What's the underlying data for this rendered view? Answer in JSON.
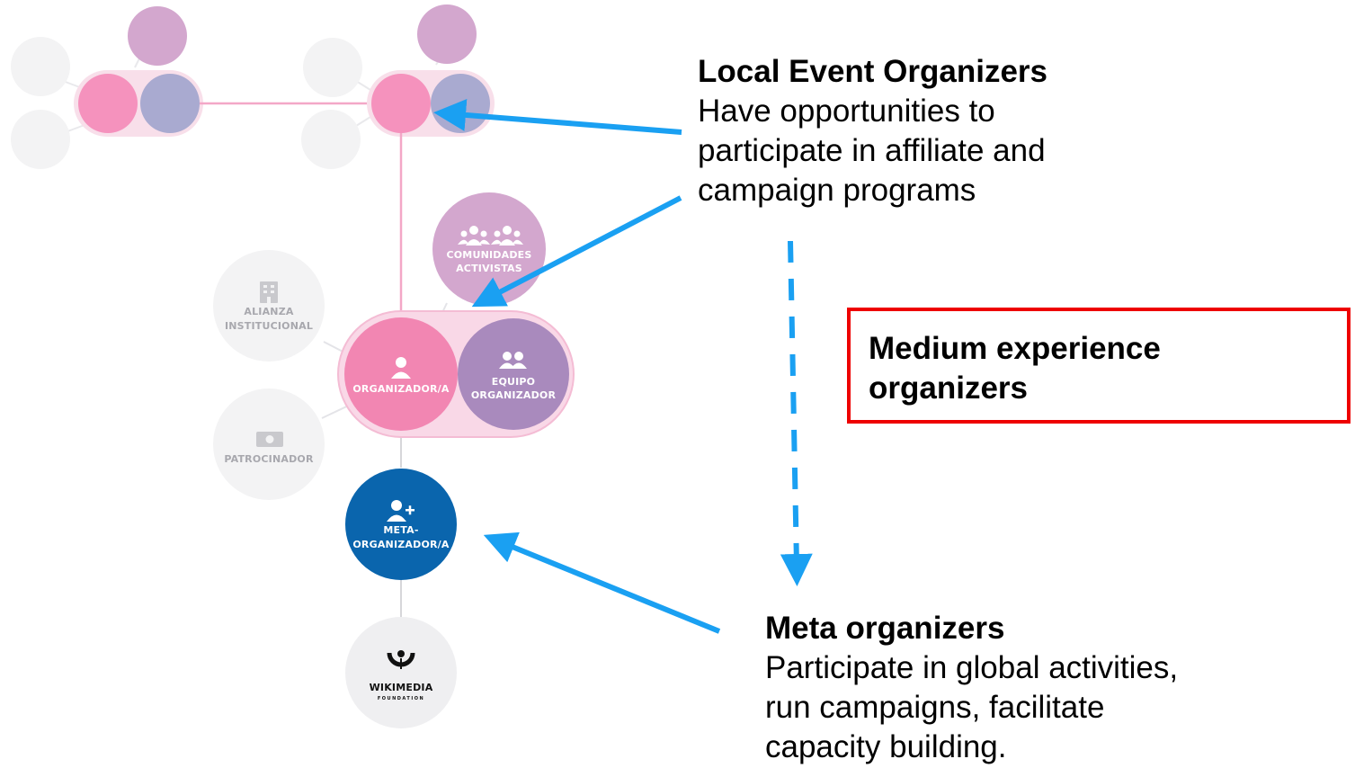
{
  "nodes": {
    "comunidades": [
      "COMUNIDADES",
      "ACTIVISTAS"
    ],
    "alianza": [
      "ALIANZA",
      "INSTITUCIONAL"
    ],
    "organizador": "ORGANIZADOR/A",
    "equipo": [
      "EQUIPO",
      "ORGANIZADOR"
    ],
    "patrocinador": "PATROCINADOR",
    "meta": [
      "META-",
      "ORGANIZADOR/A"
    ],
    "wikimedia": "WIKIMEDIA",
    "foundation": "FOUNDATION"
  },
  "annotations": {
    "local": {
      "title": "Local Event Organizers",
      "lines": [
        "Have opportunities to",
        "participate in affiliate and",
        "campaign programs"
      ]
    },
    "medium": {
      "lines": [
        "Medium experience",
        "organizers"
      ]
    },
    "meta": {
      "title": "Meta organizers",
      "lines": [
        "Participate in global activities,",
        "run campaigns, facilitate",
        "capacity building."
      ]
    }
  },
  "colors": {
    "pink": "#f592bd",
    "periwinkle": "#a9aad0",
    "lavender": "#d3a7ce",
    "organizer_pink": "#f286b2",
    "equipo_purple": "#a98abd",
    "meta_blue": "#0a65ad",
    "faded_gray": "#f3f3f4",
    "arrow_blue": "#1aa0f2",
    "box_red": "#ee0000"
  },
  "icons": [
    "building-icon",
    "money-icon",
    "user-icon",
    "users-icon",
    "community-icon",
    "user-plus-icon",
    "wikimedia-logo-icon"
  ]
}
